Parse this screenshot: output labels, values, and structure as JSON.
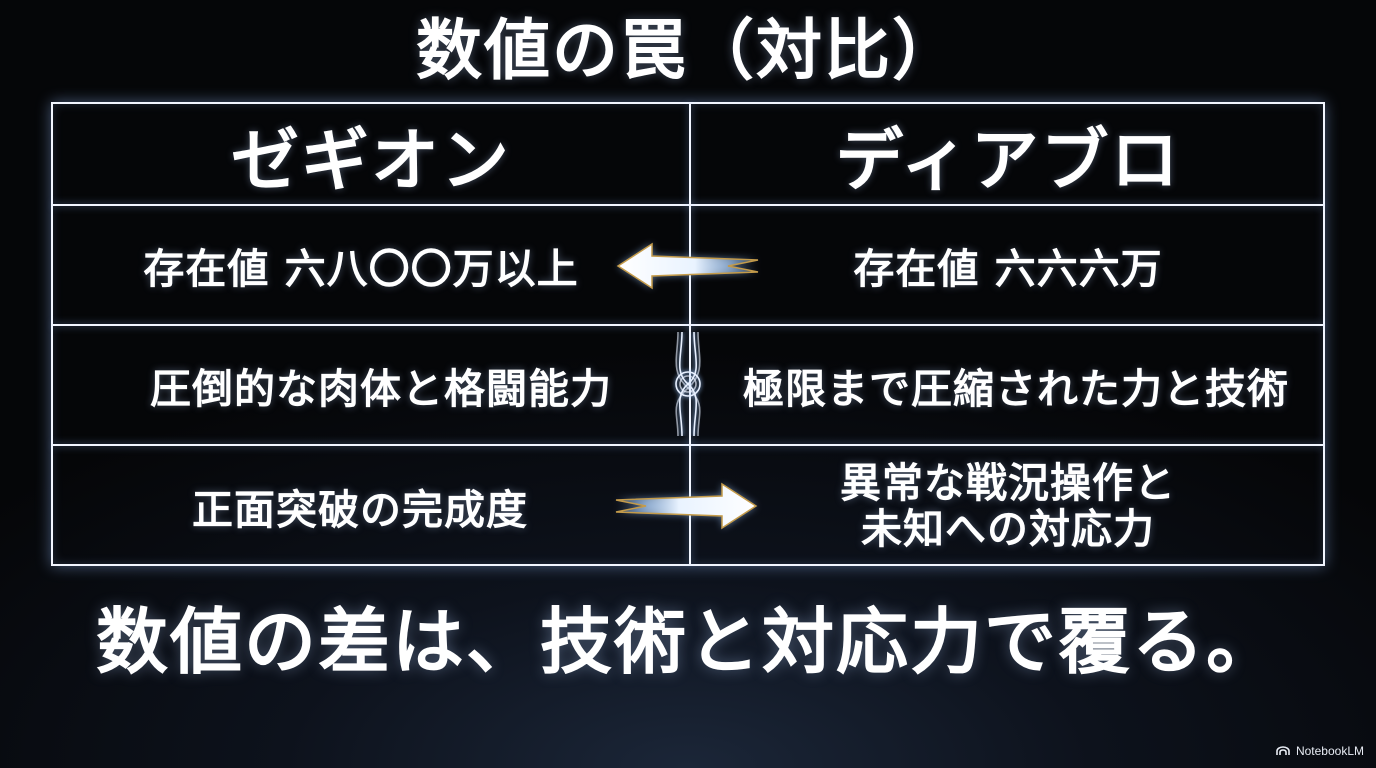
{
  "title": "数値の罠（対比）",
  "table": {
    "headers": [
      "ゼギオン",
      "ディアブロ"
    ],
    "rows": [
      {
        "left": "存在値 六八〇〇万以上",
        "right": "存在値 六六六万",
        "icon": "arrow-left-icon"
      },
      {
        "left": "圧倒的な肉体と格闘能力",
        "right": "極限まで圧縮された力と技術",
        "icon": "knot-icon"
      },
      {
        "left": "正面突破の完成度",
        "right_lines": [
          "異常な戦況操作と",
          "未知への対応力"
        ],
        "icon": "arrow-right-icon"
      }
    ]
  },
  "conclusion": "数値の差は、技術と対応力で覆る。",
  "watermark": {
    "text": "NotebookLM",
    "icon": "notebooklm-logo-icon"
  },
  "colors": {
    "background": "#050608",
    "line": "#f2f6ff",
    "glow": "#96beff",
    "text": "#ffffff"
  }
}
